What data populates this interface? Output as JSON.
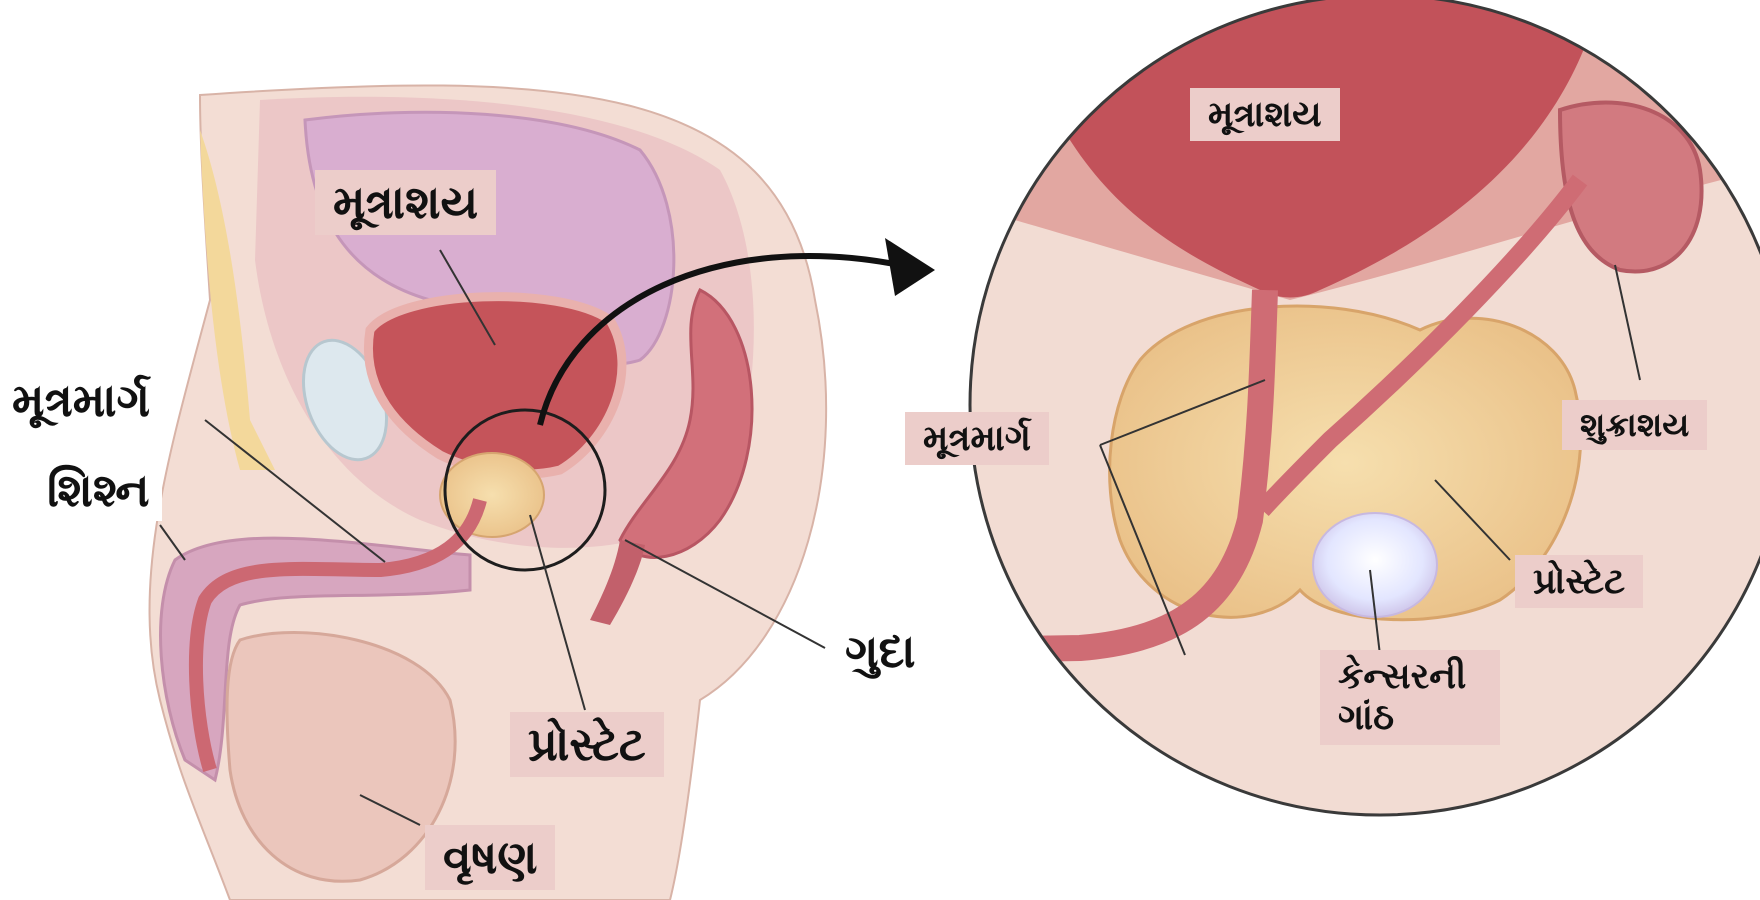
{
  "left_view": {
    "labels": {
      "bladder": "મૂત્રાશય",
      "urethra": "મૂત્રમાર્ગ",
      "penis": "શિશ્ન",
      "prostate": "પ્રોસ્ટેટ",
      "anus": "ગુદા",
      "testis": "વૃષણ"
    }
  },
  "right_view": {
    "labels": {
      "bladder": "મૂત્રાશય",
      "urethra": "મૂત્રમાર્ગ",
      "seminal_vesicle": "શુક્રાશય",
      "prostate": "પ્રોસ્ટેટ",
      "tumor": "કેન્સરની ગાંઠ"
    }
  },
  "colors": {
    "label_bg": "#eccdca",
    "skin": "#f2dcd3",
    "bladder": "#c5545a",
    "prostate": "#f1d29e",
    "urethra": "#d77b7e",
    "tumor": "#eef0ff",
    "outline": "#222222"
  }
}
